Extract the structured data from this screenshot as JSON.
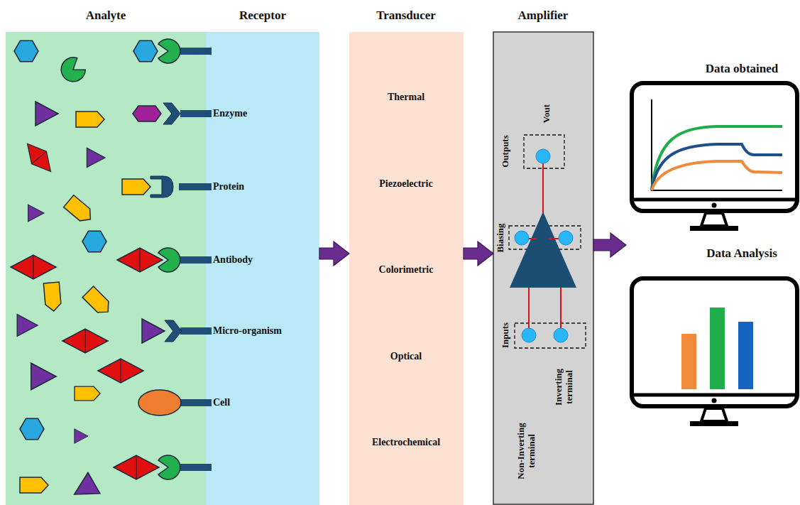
{
  "diagram": {
    "nodes": [
      {
        "text": [
          "Analyte"
        ]
      },
      {
        "text": [
          "Receptor",
          "Enzyme",
          "Protein",
          "Antibody",
          "Micro-organism",
          "Cell"
        ]
      },
      {
        "text": [
          "Transducer",
          "Thermal",
          "Piezoelectric",
          "Colorimetric",
          "Optical",
          "Electrochemical"
        ]
      },
      {
        "text": [
          "Amplifier",
          "Vout",
          "Outputs",
          "Biasing",
          "Inputs",
          "Non-Inverting terminal",
          "Inverting terminal"
        ]
      },
      {
        "text": [
          "Data obtained"
        ]
      },
      {
        "text": [
          "Data Analysis"
        ]
      }
    ],
    "edges": [
      {
        "from": 1,
        "to": 2,
        "arrow": "to"
      },
      {
        "from": 2,
        "to": 3,
        "arrow": "to"
      },
      {
        "from": 3,
        "to": 4,
        "arrow": "to"
      }
    ]
  }
}
